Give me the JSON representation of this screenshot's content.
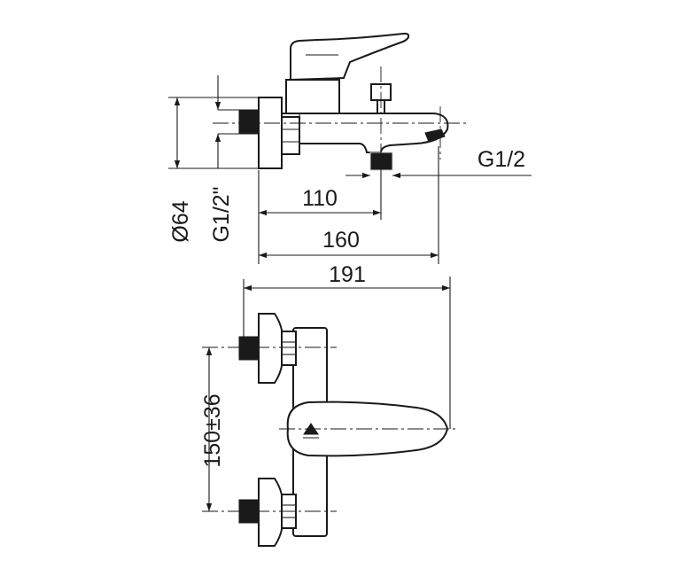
{
  "dimensions": {
    "d110": "110",
    "d160": "160",
    "d191": "191",
    "d64": "Ø64",
    "thread_wall": "G1/2\"",
    "thread_outlet": "G1/2",
    "centers": "150±36"
  },
  "colors": {
    "line": "#1a1a1a",
    "background": "#ffffff"
  }
}
